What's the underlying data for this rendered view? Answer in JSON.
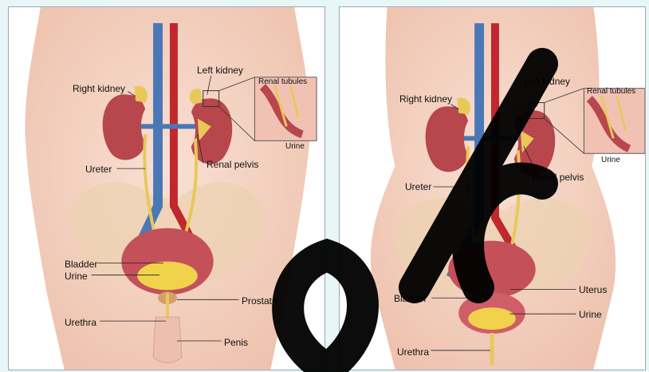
{
  "left_panel": {
    "labels": {
      "right_kidney": "Right kidney",
      "left_kidney": "Left kidney",
      "renal_tubules": "Renal tubules",
      "urine_inset": "Urine",
      "ureter": "Ureter",
      "renal_pelvis": "Renal pelvis",
      "bladder": "Bladder",
      "urine": "Urine",
      "prostate": "Prostate",
      "urethra": "Urethra",
      "penis": "Penis"
    }
  },
  "right_panel": {
    "labels": {
      "left_kidney": "Left kidney",
      "right_kidney": "Right kidney",
      "renal_tubules": "Renal tubules",
      "urine_inset": "Urine",
      "ureter": "Ureter",
      "renal_pelvis": "Renal pelvis",
      "uterus": "Uterus",
      "bladder": "Bladder",
      "urine": "Urine",
      "urethra": "Urethra"
    }
  },
  "colors": {
    "skin": "#f4d3c4",
    "kidney": "#b8464d",
    "ureter": "#e9c85a",
    "vein": "#4b77b6",
    "artery": "#c0282d",
    "bladder": "#c4505a",
    "urine": "#f1d24b",
    "watermark": "#000000"
  }
}
